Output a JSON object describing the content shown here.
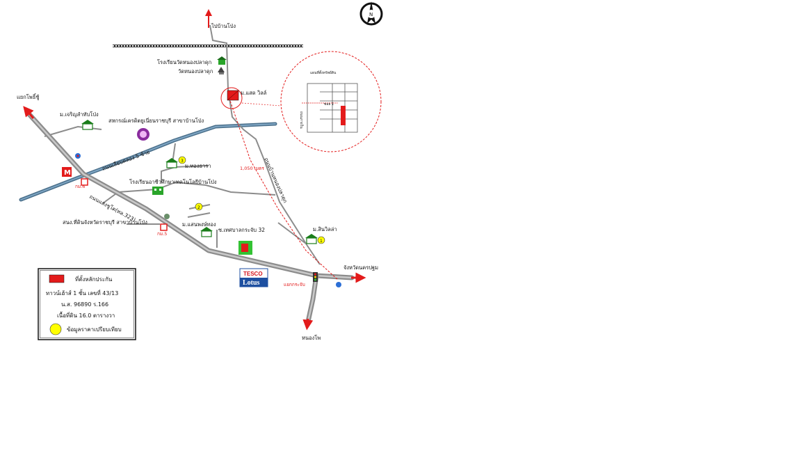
{
  "labels": {
    "north_top": "ไปบ้านโป่ง",
    "school_1": "โรงเรียนวัดหนองปลาดุก",
    "temple": "วัดหนองปลาดุก",
    "village_site": "ม.แสด วิลล์",
    "west_dir": "แยกโพธิ์ชู้",
    "village_charoen": "ม.เจริญลำทับโป่ง",
    "coop": "สหกรณ์เครดิตยูเนี่ยนราชบุรี สาขาบ้านโป่ง",
    "canal_road": "ถนนเลียบคลอง 5 ซ้าย",
    "village_thong": "ม.ทองธารา",
    "school_2": "โรงเรียนอาชีวศึกษาเทคโนโลยีบ้านโป่ง",
    "hwy_323": "ถนนแสงชูโต(ทล.323)",
    "km_marker_1": "กม.6",
    "bank_branch": "สนง.ที่ดินจังหวัดราชบุรี สาขาบ้านโป่ง",
    "km_marker_2": "กม.5",
    "village_saen": "ม.แสนพงษ์ทอง",
    "soi_32": "ซ.เทศบาลกระจับ 32",
    "village_sin": "ม.สินวิลล่า",
    "east_dir": "จังหวัดนครปฐม",
    "intersection": "แยกกระจับ",
    "south_dir": "หนองโพ",
    "side_road": "ถนนบ้านหนองปลาดุก",
    "distance_red": "1,050 เมตร",
    "compass_n": "N",
    "inset_title": "แผนที่ตั้งทรัพย์สิน",
    "inset_soi": "ซอย 1",
    "inset_road": "ถนนภายใน",
    "tesco_top": "TESCO",
    "tesco_bottom": "Lotus"
  },
  "legend": {
    "item_subject": "ที่ตั้งหลักประกัน",
    "line_2": "ทาวน์เฮ้าส์ 1 ชั้น เลขที่ 43/13",
    "line_3": "น.ส. 96890 ร.166",
    "line_4": "เนื้อที่ดิน 16.0 ตารางวา",
    "item_compare": "ข้อมูลราคาเปรียบเทียบ",
    "compare_color": "#ffff00",
    "subject_color": "#e31b1b"
  },
  "compare_points": [
    "1",
    "2",
    "3"
  ],
  "colors": {
    "road": "#8c8c8c",
    "river": "#4a6f8a",
    "arrow": "#e31b1b",
    "subject": "#e31b1b",
    "inset_circle": "#e31b1b"
  }
}
